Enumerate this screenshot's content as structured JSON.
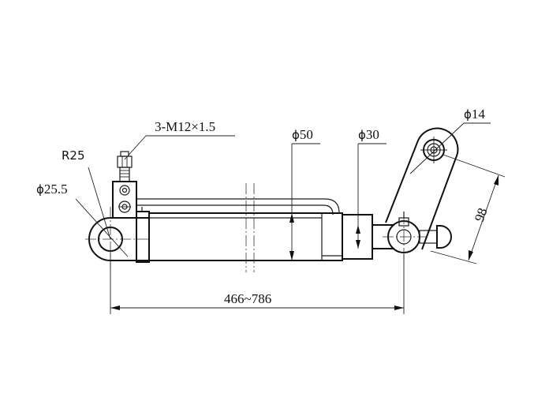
{
  "drawing": {
    "thread_spec": "3-M12×1.5",
    "bore_diameter": "50",
    "rod_diameter": "30",
    "pin_diameter": "14",
    "eye_radius": "R25",
    "eye_diameter": "25.5",
    "stroke_length": "466~786",
    "link_length": "98",
    "diameter_symbol": "ϕ"
  }
}
